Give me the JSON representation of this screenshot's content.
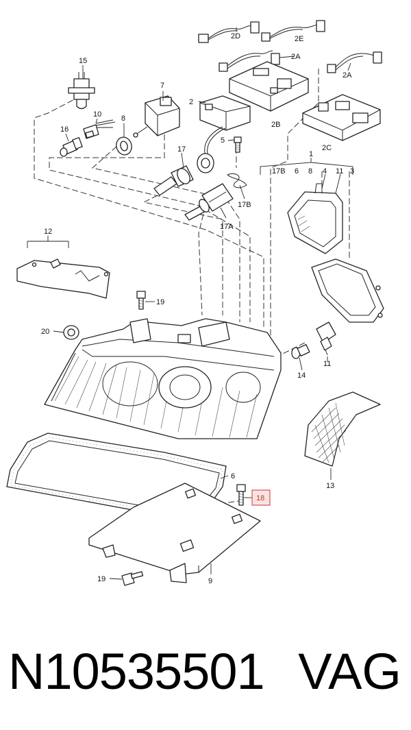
{
  "diagram": {
    "labels": {
      "l15": "15",
      "l7": "7",
      "l2": "2",
      "l2d": "2D",
      "l2e": "2E",
      "l2a_1": "2A",
      "l2a_2": "2A",
      "l2b": "2B",
      "l2c": "2C",
      "l10": "10",
      "l8": "8",
      "l16": "16",
      "l5": "5",
      "l17": "17",
      "l17a": "17A",
      "l17b": "17B",
      "l1": "1",
      "l17b_grp": "17B",
      "l6_grp": "6",
      "l8_grp": "8",
      "l4": "4",
      "l11_grp": "11",
      "l3": "3",
      "l12": "12",
      "l19_top": "19",
      "l20": "20",
      "l14": "14",
      "l11": "11",
      "l13": "13",
      "l6": "6",
      "l18": "18",
      "l19_bot": "19",
      "l9": "9"
    },
    "highlight_color": "#d9534f"
  },
  "footer": {
    "part_number": "N10535501",
    "brand": "VAG"
  }
}
